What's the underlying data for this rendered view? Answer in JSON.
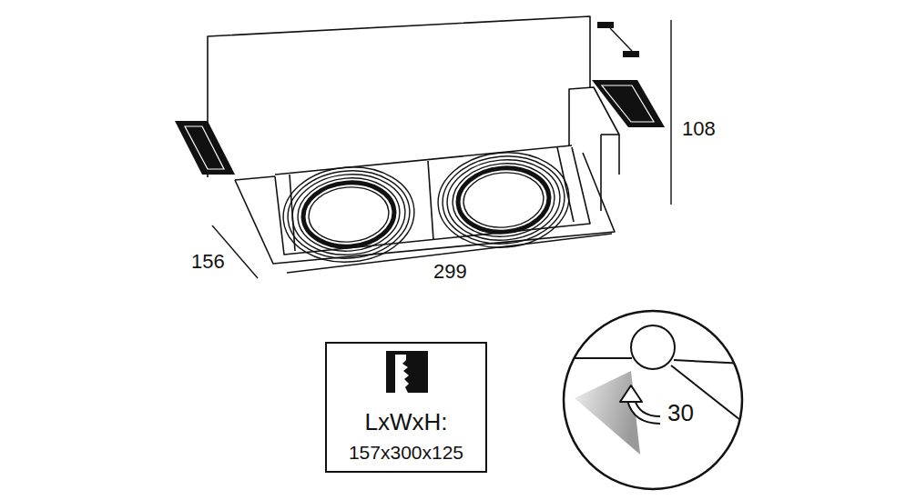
{
  "diagram": {
    "nodes": [
      {
        "text": [
          "LxWxH:",
          "157x300x125"
        ]
      },
      {
        "text": [
          "30"
        ]
      }
    ],
    "labels": [
      "108",
      "156",
      "299"
    ]
  }
}
